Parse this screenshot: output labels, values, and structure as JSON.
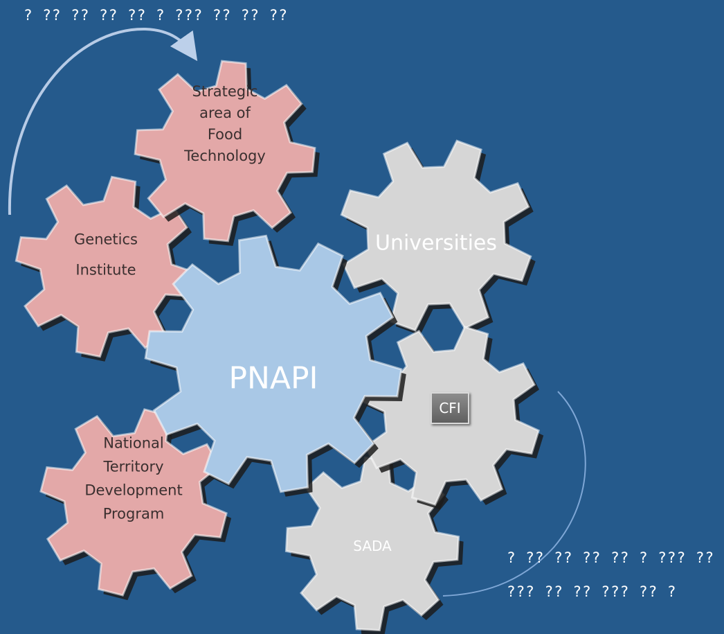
{
  "top_caption": "? ?? ?? ??  ?? ? ??? ?? ?? ??",
  "bottom_caption_line1": "? ?? ?? ??  ?? ? ??? ?? ??",
  "bottom_caption_line2": "??? ?? ?? ??? ?? ?",
  "gears": {
    "food_tech": {
      "lines": [
        "Strategic",
        "area of",
        "Food",
        "Technology"
      ],
      "color": "#e3a8a8"
    },
    "genetics": {
      "lines": [
        "Genetics",
        "Institute"
      ],
      "color": "#e3a8a8"
    },
    "universities": {
      "lines": [
        "Universities"
      ],
      "color": "#d6d6d6"
    },
    "pnapi": {
      "lines": [
        "PNAPI"
      ],
      "color": "#a9c8e6"
    },
    "cfi": {
      "lines": [
        "CFI"
      ],
      "color": "#d6d6d6"
    },
    "ntdp": {
      "lines": [
        "National",
        "Territory",
        "Development",
        "Program"
      ],
      "color": "#e3a8a8"
    },
    "sada": {
      "lines": [
        "SADA"
      ],
      "color": "#d6d6d6"
    }
  },
  "cfi_label": "CFI"
}
